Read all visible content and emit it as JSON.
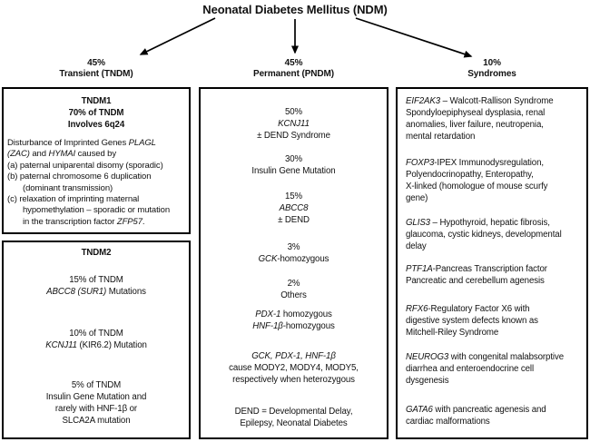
{
  "title": "Neonatal Diabetes Mellitus (NDM)",
  "branches": [
    {
      "pct": "45%",
      "label": "Transient (TNDM)"
    },
    {
      "pct": "45%",
      "label": "Permanent (PNDM)"
    },
    {
      "pct": "10%",
      "label": "Syndromes"
    }
  ],
  "colors": {
    "background": "#ffffff",
    "border": "#000000",
    "text": "#111111"
  },
  "icons": [
    "arrow-down-left",
    "arrow-down",
    "arrow-down-right"
  ],
  "boxes": {
    "tndm1": {
      "blocks": [
        {
          "align": "center",
          "bold": true,
          "mt": 7,
          "lines": [
            {
              "seg": [
                {
                  "t": "TNDM1"
                }
              ]
            },
            {
              "seg": [
                {
                  "t": "70% of TNDM"
                }
              ]
            },
            {
              "seg": [
                {
                  "t": "Involves 6q24"
                }
              ]
            }
          ]
        },
        {
          "align": "left",
          "small": true,
          "mt": 8,
          "lines": [
            {
              "seg": [
                {
                  "t": "Disturbance of Imprinted Genes "
                },
                {
                  "t": "PLAGL",
                  "i": 1
                }
              ]
            },
            {
              "seg": [
                {
                  "t": "(ZAC)",
                  "i": 1
                },
                {
                  "t": " and "
                },
                {
                  "t": "HYMAI",
                  "i": 1
                },
                {
                  "t": " caused by"
                }
              ]
            },
            {
              "seg": [
                {
                  "t": "(a) paternal uniparental disomy (sporadic)"
                }
              ]
            },
            {
              "seg": [
                {
                  "t": "(b) paternal chromosome 6 duplication"
                }
              ]
            },
            {
              "ind": 1,
              "seg": [
                {
                  "t": "(dominant transmission)"
                }
              ]
            },
            {
              "seg": [
                {
                  "t": "(c) relaxation of imprinting maternal"
                }
              ]
            },
            {
              "ind": 1,
              "seg": [
                {
                  "t": "hypomethylation – sporadic or mutation"
                }
              ]
            },
            {
              "ind": 1,
              "seg": [
                {
                  "t": "in the transcription factor "
                },
                {
                  "t": "ZFP57",
                  "i": 1
                },
                {
                  "t": "."
                }
              ]
            }
          ]
        }
      ]
    },
    "tndm2": {
      "blocks": [
        {
          "align": "center",
          "bold": true,
          "mt": 5,
          "lines": [
            {
              "seg": [
                {
                  "t": "TNDM2"
                }
              ]
            }
          ]
        },
        {
          "align": "center",
          "mt": 17,
          "lines": [
            {
              "seg": [
                {
                  "t": "15% of TNDM"
                }
              ]
            },
            {
              "seg": [
                {
                  "t": "ABCC8 (SUR1)",
                  "i": 1
                },
                {
                  "t": " Mutations"
                }
              ]
            }
          ]
        },
        {
          "align": "center",
          "mt": 33,
          "lines": [
            {
              "seg": [
                {
                  "t": "10% of TNDM"
                }
              ]
            },
            {
              "seg": [
                {
                  "t": "KCNJ11",
                  "i": 1
                },
                {
                  "t": " (KIR6.2) Mutation"
                }
              ]
            }
          ]
        },
        {
          "align": "center",
          "mt": 31,
          "lines": [
            {
              "seg": [
                {
                  "t": "5% of TNDM"
                }
              ]
            },
            {
              "seg": [
                {
                  "t": "Insulin Gene Mutation and"
                }
              ]
            },
            {
              "seg": [
                {
                  "t": "rarely with HNF-1β or"
                }
              ]
            },
            {
              "seg": [
                {
                  "t": "SLCA2A mutation"
                }
              ]
            }
          ]
        }
      ]
    },
    "pndm": {
      "blocks": [
        {
          "align": "center",
          "mt": 19,
          "lines": [
            {
              "seg": [
                {
                  "t": "50%"
                }
              ]
            },
            {
              "seg": [
                {
                  "t": "KCNJ11",
                  "i": 1
                }
              ]
            },
            {
              "seg": [
                {
                  "t": "± DEND Syndrome"
                }
              ]
            }
          ]
        },
        {
          "align": "center",
          "mt": 13,
          "lines": [
            {
              "seg": [
                {
                  "t": "30%"
                }
              ]
            },
            {
              "seg": [
                {
                  "t": "Insulin Gene Mutation"
                }
              ]
            }
          ]
        },
        {
          "align": "center",
          "mt": 15,
          "lines": [
            {
              "seg": [
                {
                  "t": "15%"
                }
              ]
            },
            {
              "seg": [
                {
                  "t": "ABCC8",
                  "i": 1
                }
              ]
            },
            {
              "seg": [
                {
                  "t": "± DEND"
                }
              ]
            }
          ]
        },
        {
          "align": "center",
          "mt": 17,
          "lines": [
            {
              "seg": [
                {
                  "t": "3%"
                }
              ]
            },
            {
              "seg": [
                {
                  "t": "GCK",
                  "i": 1
                },
                {
                  "t": "-homozygous"
                }
              ]
            }
          ]
        },
        {
          "align": "center",
          "mt": 14,
          "lines": [
            {
              "seg": [
                {
                  "t": "2%"
                }
              ]
            },
            {
              "seg": [
                {
                  "t": "Others"
                }
              ]
            }
          ]
        },
        {
          "align": "center",
          "mt": 8,
          "lines": [
            {
              "seg": [
                {
                  "t": "PDX-1",
                  "i": 1
                },
                {
                  "t": " homozygous"
                }
              ]
            },
            {
              "seg": [
                {
                  "t": "HNF-1β",
                  "i": 1
                },
                {
                  "t": "-homozygous"
                }
              ]
            }
          ]
        },
        {
          "align": "center",
          "mt": 20,
          "lines": [
            {
              "seg": [
                {
                  "t": "GCK, PDX-1, HNF-1β",
                  "i": 1
                }
              ]
            },
            {
              "seg": [
                {
                  "t": "cause MODY2, MODY4, MODY5,"
                }
              ]
            },
            {
              "seg": [
                {
                  "t": "respectively when heterozygous"
                }
              ]
            }
          ]
        },
        {
          "align": "center",
          "mt": 22,
          "lines": [
            {
              "seg": [
                {
                  "t": "DEND = Developmental Delay,"
                }
              ]
            },
            {
              "seg": [
                {
                  "t": "Epilepsy, Neonatal Diabetes"
                }
              ]
            }
          ]
        }
      ]
    },
    "syndromes": {
      "blocks": [
        {
          "align": "left",
          "mt": 7,
          "lines": [
            {
              "seg": [
                {
                  "t": "EIF2AK3",
                  "i": 1
                },
                {
                  "t": " – Walcott-Rallison Syndrome"
                }
              ]
            },
            {
              "seg": [
                {
                  "t": "Spondyloepiphyseal dysplasia, renal"
                }
              ]
            },
            {
              "seg": [
                {
                  "t": "anomalies, liver failure, neutropenia,"
                }
              ]
            },
            {
              "seg": [
                {
                  "t": "mental retardation"
                }
              ]
            }
          ]
        },
        {
          "align": "left",
          "mt": 16,
          "lines": [
            {
              "seg": [
                {
                  "t": "FOXP3",
                  "i": 1
                },
                {
                  "t": "-IPEX Immunodysregulation,"
                }
              ]
            },
            {
              "seg": [
                {
                  "t": "Polyendocrinopathy, Enteropathy,"
                }
              ]
            },
            {
              "seg": [
                {
                  "t": "X-linked (homologue of mouse scurfy"
                }
              ]
            },
            {
              "seg": [
                {
                  "t": "gene)"
                }
              ]
            }
          ]
        },
        {
          "align": "left",
          "mt": 14,
          "lines": [
            {
              "seg": [
                {
                  "t": "GLIS3",
                  "i": 1
                },
                {
                  "t": " – Hypothyroid, hepatic fibrosis,"
                }
              ]
            },
            {
              "seg": [
                {
                  "t": "glaucoma, cystic kidneys, developmental"
                }
              ]
            },
            {
              "seg": [
                {
                  "t": "delay"
                }
              ]
            }
          ]
        },
        {
          "align": "left",
          "mt": 12,
          "lines": [
            {
              "seg": [
                {
                  "t": "PTF1A",
                  "i": 1
                },
                {
                  "t": "-Pancreas Transcription factor"
                }
              ]
            },
            {
              "seg": [
                {
                  "t": "Pancreatic and cerebellum agenesis"
                }
              ]
            }
          ]
        },
        {
          "align": "left",
          "mt": 18,
          "lines": [
            {
              "seg": [
                {
                  "t": "RFX6",
                  "i": 1
                },
                {
                  "t": "-Regulatory Factor X6 with"
                }
              ]
            },
            {
              "seg": [
                {
                  "t": "digestive system defects known as"
                }
              ]
            },
            {
              "seg": [
                {
                  "t": "Mitchell-Riley Syndrome"
                }
              ]
            }
          ]
        },
        {
          "align": "left",
          "mt": 14,
          "lines": [
            {
              "seg": [
                {
                  "t": "NEUROG3",
                  "i": 1
                },
                {
                  "t": " with congenital malabsorptive"
                }
              ]
            },
            {
              "seg": [
                {
                  "t": "diarrhea and enteroendocrine cell"
                }
              ]
            },
            {
              "seg": [
                {
                  "t": "dysgenesis"
                }
              ]
            }
          ]
        },
        {
          "align": "left",
          "mt": 19,
          "lines": [
            {
              "seg": [
                {
                  "t": "GATA6",
                  "i": 1
                },
                {
                  "t": " with pancreatic agenesis and"
                }
              ]
            },
            {
              "seg": [
                {
                  "t": "cardiac malformations"
                }
              ]
            }
          ]
        }
      ]
    }
  }
}
